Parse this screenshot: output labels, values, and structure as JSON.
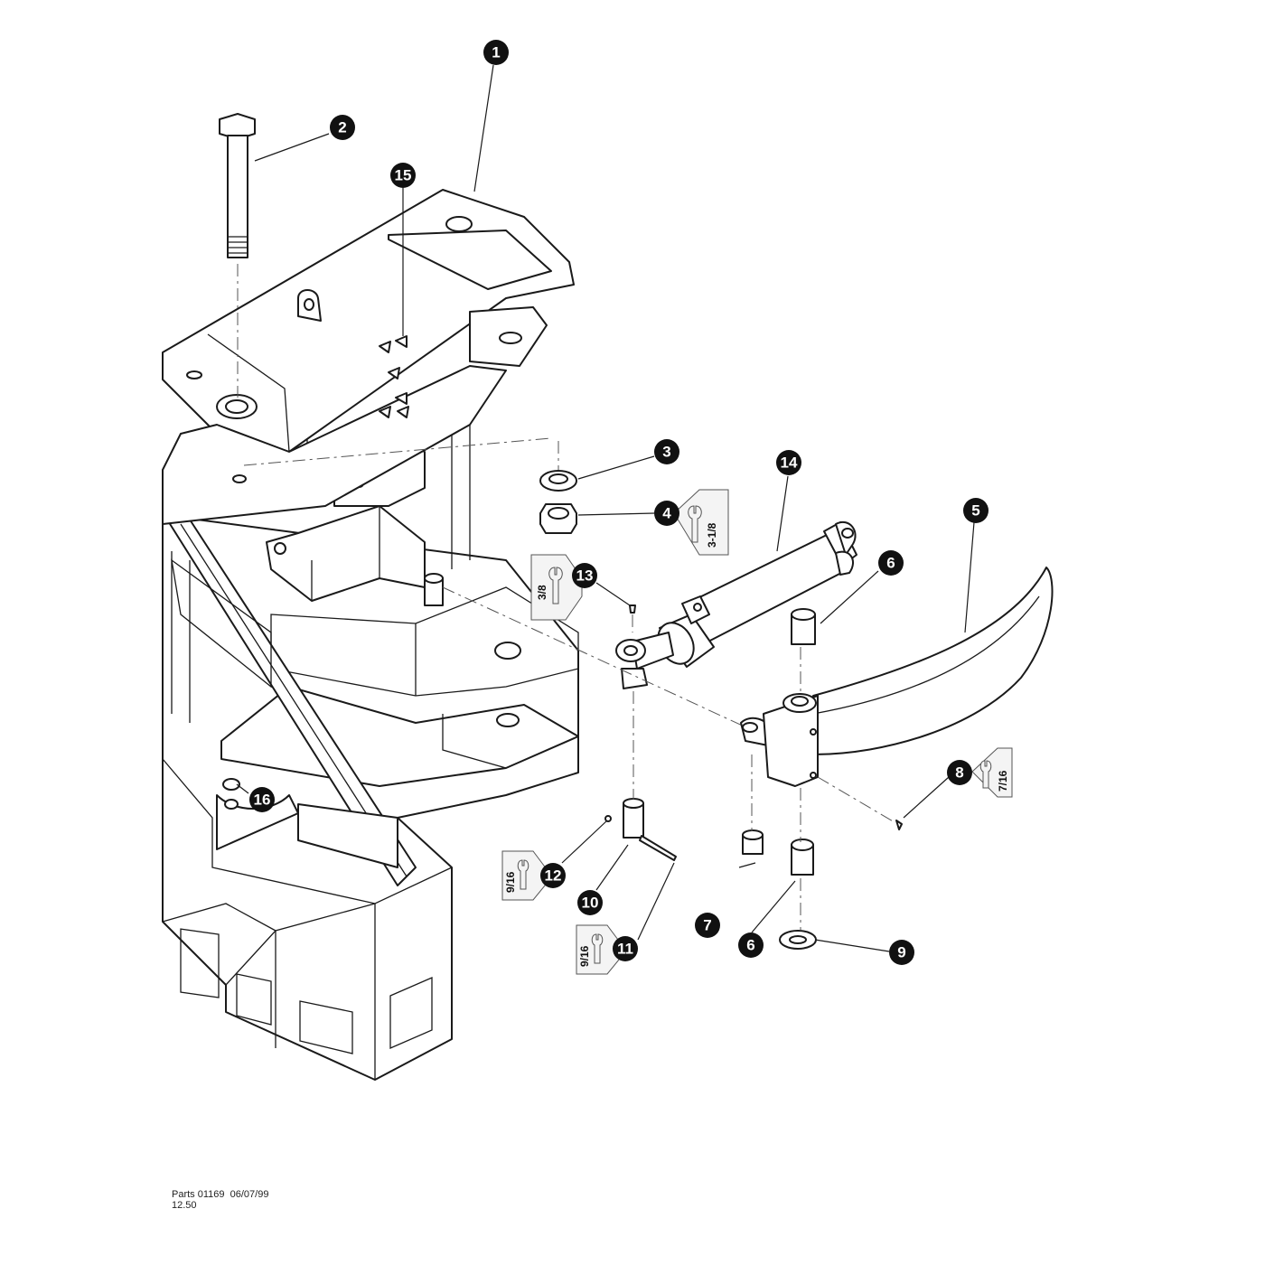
{
  "callouts": [
    {
      "id": "callout-1",
      "number": "1"
    },
    {
      "id": "callout-2",
      "number": "2"
    },
    {
      "id": "callout-3",
      "number": "3"
    },
    {
      "id": "callout-4",
      "number": "4"
    },
    {
      "id": "callout-5",
      "number": "5"
    },
    {
      "id": "callout-6a",
      "number": "6"
    },
    {
      "id": "callout-6b",
      "number": "6"
    },
    {
      "id": "callout-7",
      "number": "7"
    },
    {
      "id": "callout-8",
      "number": "8"
    },
    {
      "id": "callout-9",
      "number": "9"
    },
    {
      "id": "callout-10",
      "number": "10"
    },
    {
      "id": "callout-11",
      "number": "11"
    },
    {
      "id": "callout-12",
      "number": "12"
    },
    {
      "id": "callout-13",
      "number": "13"
    },
    {
      "id": "callout-14",
      "number": "14"
    },
    {
      "id": "callout-15",
      "number": "15"
    },
    {
      "id": "callout-16",
      "number": "16"
    }
  ],
  "wrench_tags": [
    {
      "id": "tag-4",
      "size": "3-1/8",
      "icon": "wrench-icon"
    },
    {
      "id": "tag-13",
      "size": "3/8",
      "icon": "wrench-icon"
    },
    {
      "id": "tag-8",
      "size": "7/16",
      "icon": "wrench-icon"
    },
    {
      "id": "tag-12",
      "size": "9/16",
      "icon": "wrench-icon"
    },
    {
      "id": "tag-11",
      "size": "9/16",
      "icon": "wrench-icon"
    }
  ],
  "footer": {
    "line1": "Parts 01169  06/07/99",
    "line2": "12.50"
  }
}
